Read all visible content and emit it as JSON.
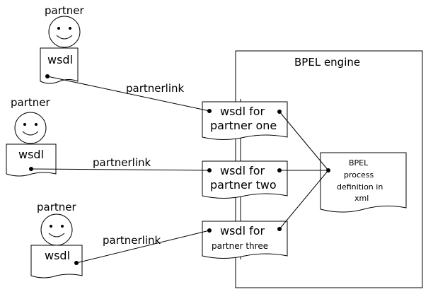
{
  "engine": {
    "title": "BPEL engine"
  },
  "partners": [
    {
      "label": "partner",
      "doc": "wsdl",
      "link": "partnerlink"
    },
    {
      "label": "partner",
      "doc": "wsdl",
      "link": "partnerlink"
    },
    {
      "label": "partner",
      "doc": "wsdl",
      "link": "partnerlink"
    }
  ],
  "engine_docs": [
    {
      "line1": "wsdl for",
      "line2": "partner one"
    },
    {
      "line1": "wsdl for",
      "line2": "partner two"
    },
    {
      "line1": "wsdl for",
      "line2": "partner three"
    }
  ],
  "process": {
    "lines": [
      "BPEL",
      "process",
      "definition in",
      "xml"
    ]
  }
}
